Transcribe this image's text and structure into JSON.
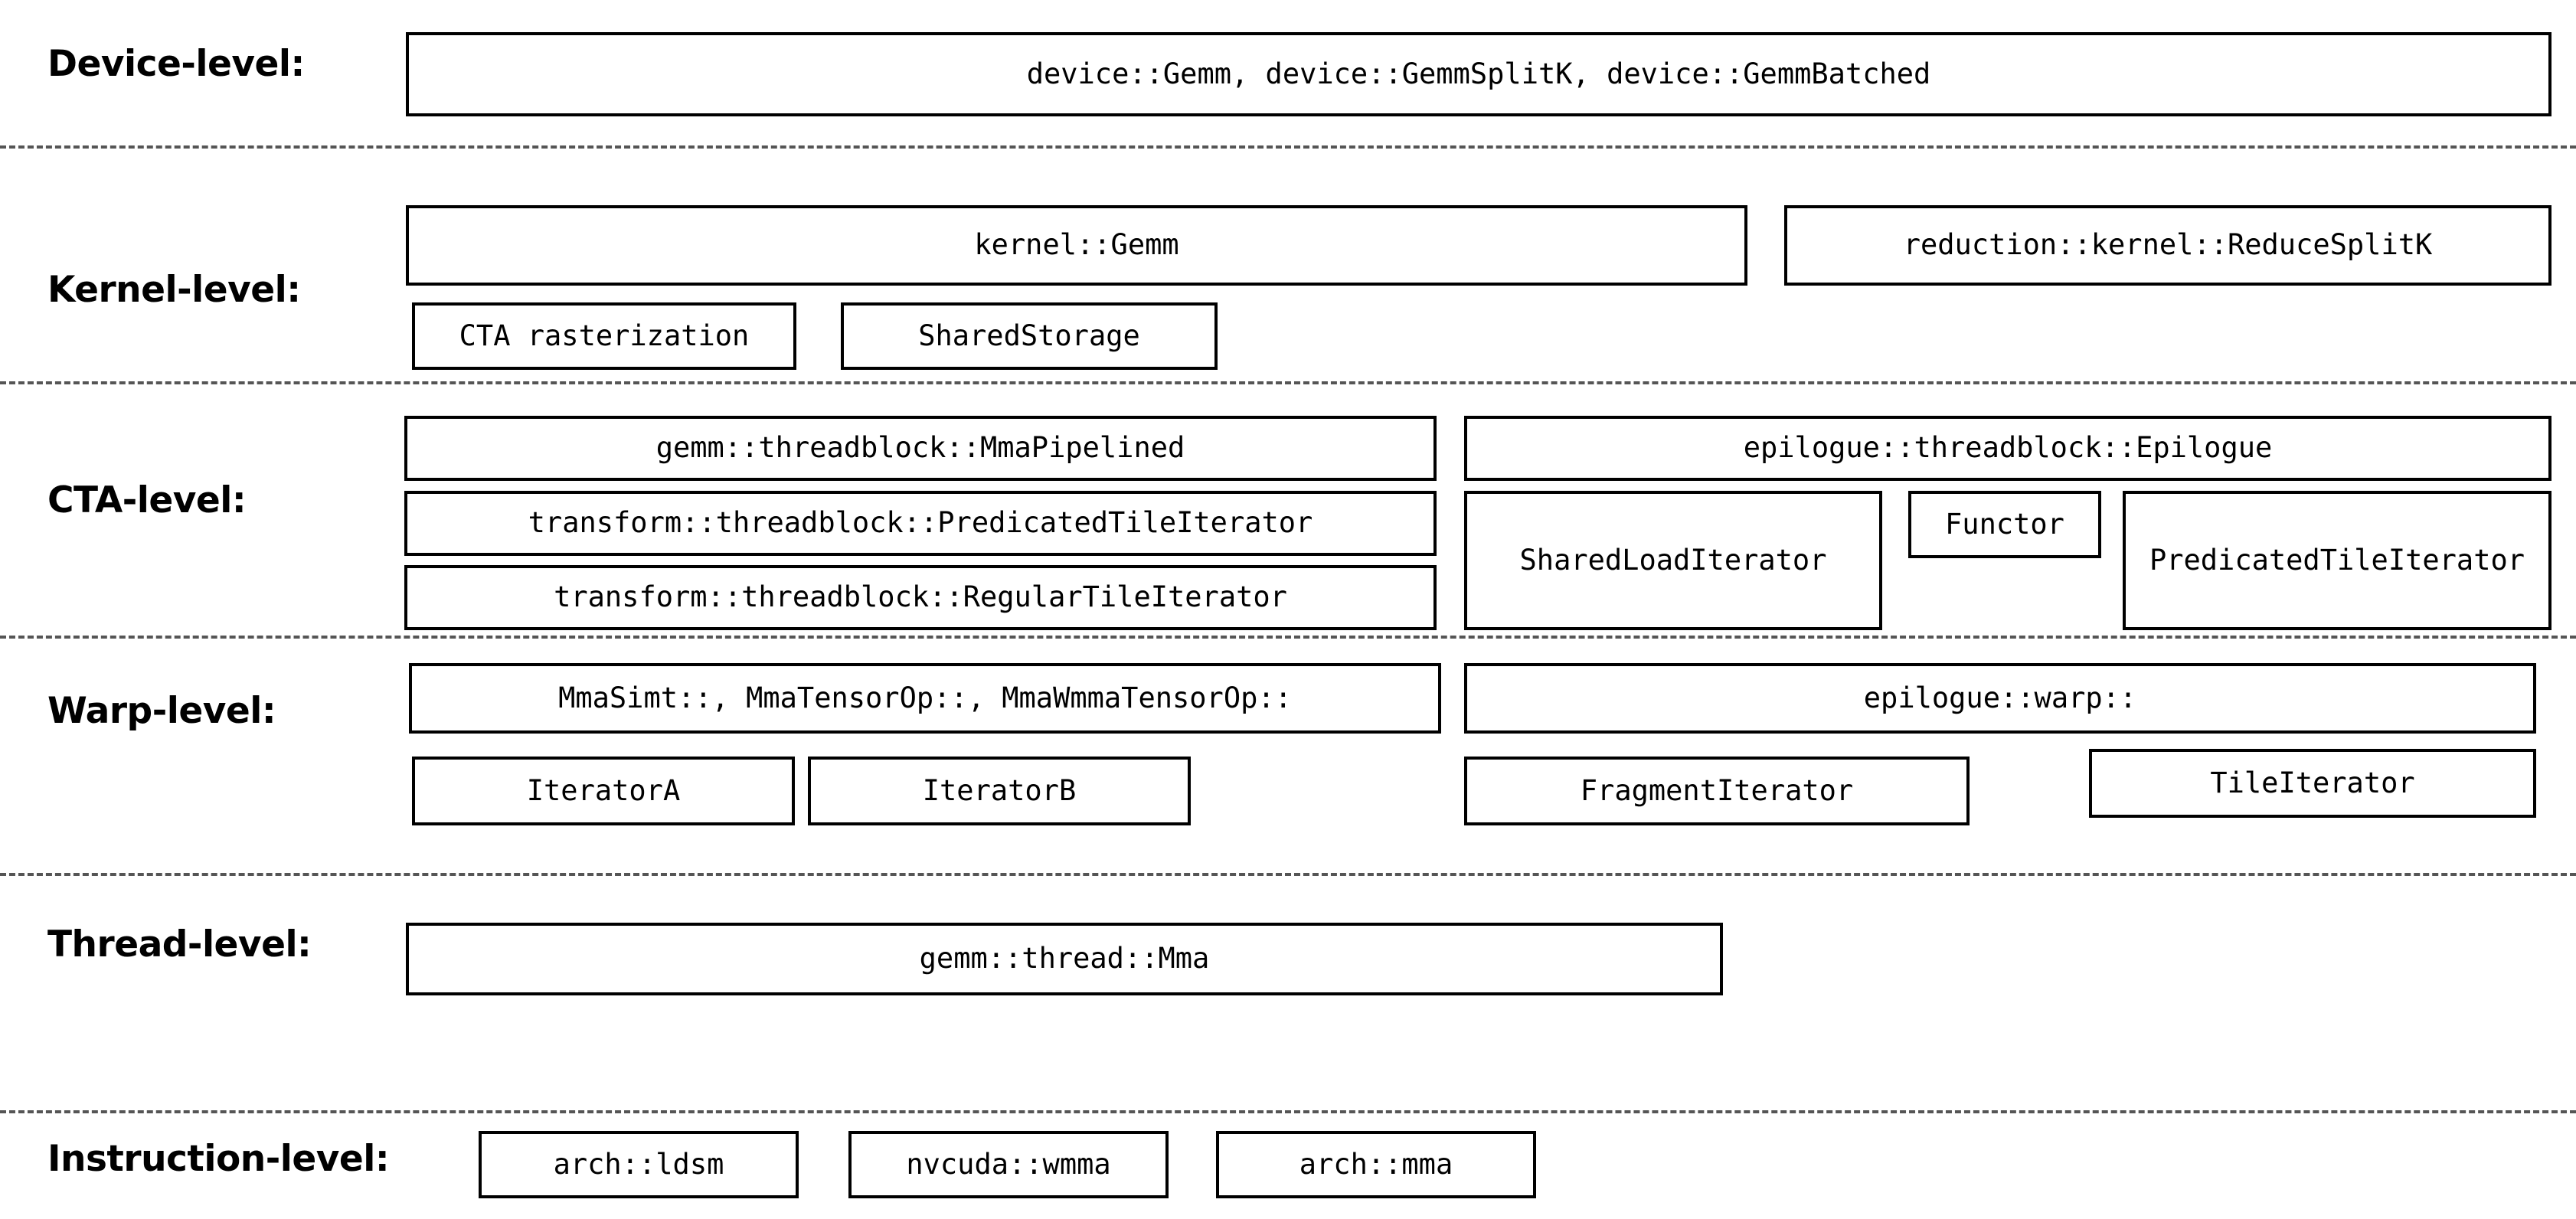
{
  "diagram": {
    "title": "CUTLASS GEMM hierarchy by level",
    "background_color": "#ffffff",
    "box_border_color": "#000000",
    "separator_color": "#555555",
    "text_color": "#000000"
  },
  "levels": [
    {
      "id": "device",
      "label": "Device-level:",
      "boxes": [
        {
          "id": "device-gemm",
          "text": "device::Gemm, device::GemmSplitK, device::GemmBatched"
        }
      ]
    },
    {
      "id": "kernel",
      "label": "Kernel-level:",
      "boxes": [
        {
          "id": "kernel-gemm",
          "text": "kernel::Gemm"
        },
        {
          "id": "reduction-kernel-reducesplitk",
          "text": "reduction::kernel::ReduceSplitK"
        },
        {
          "id": "cta-rasterization",
          "text": "CTA rasterization"
        },
        {
          "id": "shared-storage",
          "text": "SharedStorage"
        }
      ]
    },
    {
      "id": "cta",
      "label": "CTA-level:",
      "boxes": [
        {
          "id": "gemm-threadblock-mmapipelined",
          "text": "gemm::threadblock::MmaPipelined"
        },
        {
          "id": "transform-threadblock-predicatedtileiterator",
          "text": "transform::threadblock::PredicatedTileIterator"
        },
        {
          "id": "transform-threadblock-regulartileiterator",
          "text": "transform::threadblock::RegularTileIterator"
        },
        {
          "id": "epilogue-threadblock-epilogue",
          "text": "epilogue::threadblock::Epilogue"
        },
        {
          "id": "shared-load-iterator",
          "text": "SharedLoadIterator"
        },
        {
          "id": "functor",
          "text": "Functor"
        },
        {
          "id": "predicated-tile-iterator",
          "text": "PredicatedTileIterator"
        }
      ]
    },
    {
      "id": "warp",
      "label": "Warp-level:",
      "boxes": [
        {
          "id": "mma-ops",
          "text": "MmaSimt::, MmaTensorOp::, MmaWmmaTensorOp::"
        },
        {
          "id": "epilogue-warp",
          "text": "epilogue::warp::"
        },
        {
          "id": "iterator-a",
          "text": "IteratorA"
        },
        {
          "id": "iterator-b",
          "text": "IteratorB"
        },
        {
          "id": "fragment-iterator",
          "text": "FragmentIterator"
        },
        {
          "id": "tile-iterator",
          "text": "TileIterator"
        }
      ]
    },
    {
      "id": "thread",
      "label": "Thread-level:",
      "boxes": [
        {
          "id": "gemm-thread-mma",
          "text": "gemm::thread::Mma"
        }
      ]
    },
    {
      "id": "instruction",
      "label": "Instruction-level:",
      "boxes": [
        {
          "id": "arch-ldsm",
          "text": "arch::ldsm"
        },
        {
          "id": "nvcuda-wmma",
          "text": "nvcuda::wmma"
        },
        {
          "id": "arch-mma",
          "text": "arch::mma"
        }
      ]
    }
  ]
}
